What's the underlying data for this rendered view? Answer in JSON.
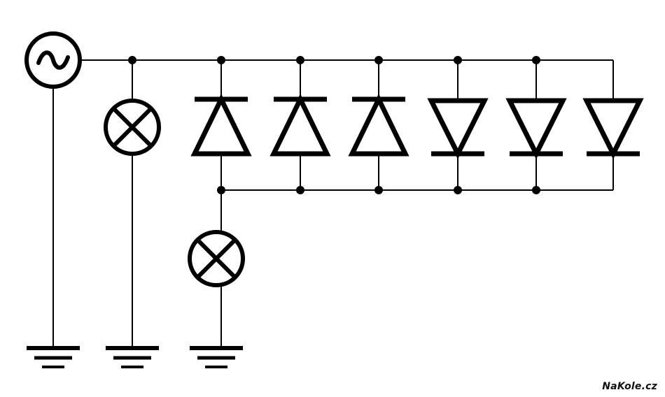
{
  "diagram": {
    "description_kind": "electrical-schematic",
    "watermark": "NaKole.cz",
    "colors": {
      "stroke": "#000000",
      "background": "#ffffff"
    },
    "components": {
      "ac_source": 1,
      "lamps": 2,
      "diodes_pointing_up": 3,
      "diodes_pointing_down": 3,
      "grounds": 3
    },
    "icons": [
      "ac-source-icon",
      "lamp-icon",
      "diode-icon",
      "ground-icon",
      "junction-dot-icon"
    ]
  }
}
